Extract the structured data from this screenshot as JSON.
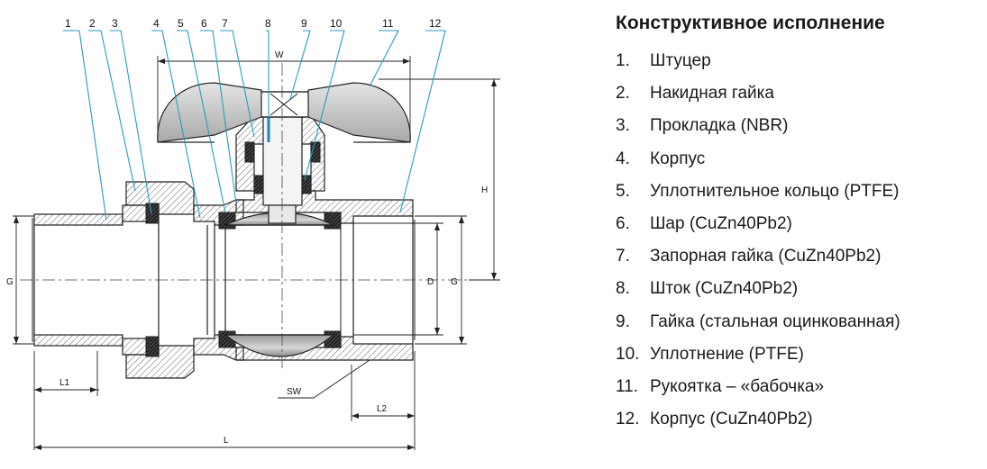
{
  "legend": {
    "title": "Конструктивное исполнение",
    "items": [
      {
        "num": "1.",
        "text": "Штуцер"
      },
      {
        "num": "2.",
        "text": "Накидная гайка"
      },
      {
        "num": "3.",
        "text": "Прокладка (NBR)"
      },
      {
        "num": "4.",
        "text": "Корпус"
      },
      {
        "num": "5.",
        "text": "Уплотнительное кольцо (PTFE)"
      },
      {
        "num": "6.",
        "text": "Шар (CuZn40Pb2)"
      },
      {
        "num": "7.",
        "text": "Запорная гайка (CuZn40Pb2)"
      },
      {
        "num": "8.",
        "text": "Шток (CuZn40Pb2)"
      },
      {
        "num": "9.",
        "text": "Гайка (стальная оцинкованная)"
      },
      {
        "num": "10.",
        "text": "Уплотнение (PTFE)"
      },
      {
        "num": "11.",
        "text": "Рукоятка – «бабочка»"
      },
      {
        "num": "12.",
        "text": "Корпус (CuZn40Pb2)"
      }
    ]
  },
  "callouts": [
    "1",
    "2",
    "3",
    "4",
    "5",
    "6",
    "7",
    "8",
    "9",
    "10",
    "11",
    "12"
  ],
  "dimensions": {
    "w": "W",
    "h": "H",
    "g_left": "G",
    "g_right": "G",
    "d": "D",
    "sw": "SW",
    "l1": "L1",
    "l2": "L2",
    "l": "L"
  },
  "colors": {
    "callout_line": "#2a9bbd",
    "hatch": "#555555",
    "ball_fill": "#c8c8c8",
    "handle_fill": "#cfcfcf",
    "stem_accent": "#1f6fd0"
  }
}
